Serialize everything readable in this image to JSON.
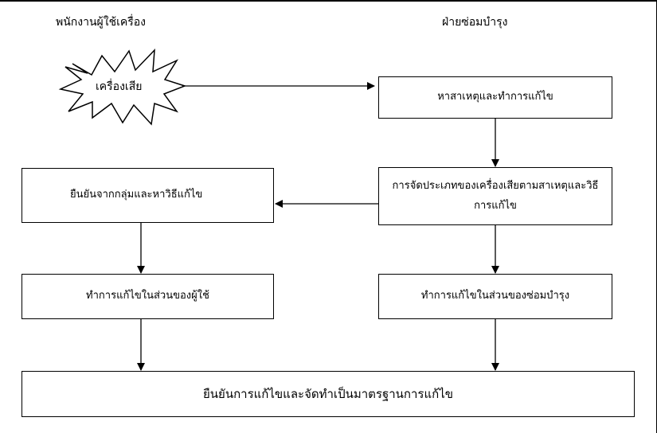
{
  "headers": {
    "left": "พนักงานผู้ใช้เครื่อง",
    "right": "ฝ่ายซ่อมบำรุง"
  },
  "start_event": "เครื่องเสีย",
  "boxes": {
    "find_cause": "หาสาเหตุและทำการแก้ไข",
    "classify": "การจัดประเภทของเครื่องเสียตามสาเหตุและวิธีการแก้ไข",
    "confirm_group": "ยืนยันจากกลุ่มและหาวิธีแก้ไข",
    "fix_user": "ทำการแก้ไขในส่วนของผู้ใช้",
    "fix_maintenance": "ทำการแก้ไขในส่วนของซ่อมบำรุง",
    "standardize": "ยืนยันการแก้ไขและจัดทำเป็นมาตรฐานการแก้ไข"
  }
}
